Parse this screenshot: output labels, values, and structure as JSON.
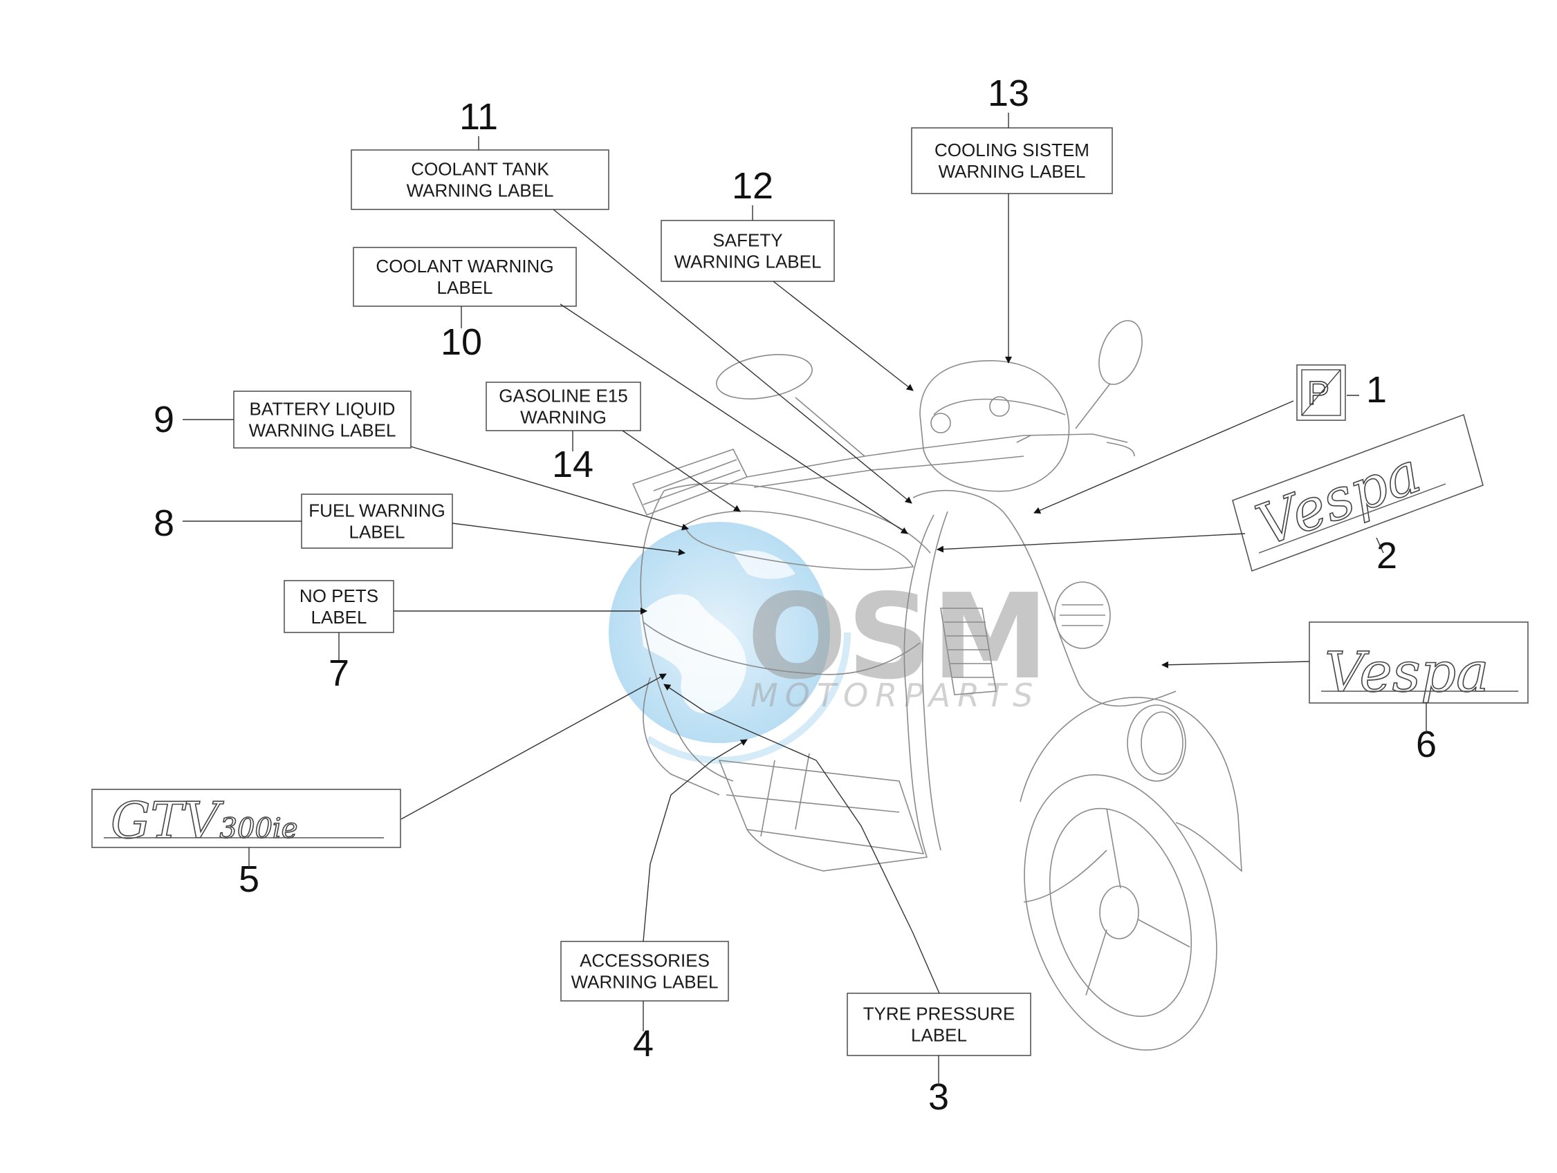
{
  "callouts": [
    {
      "num": "1",
      "lines": []
    },
    {
      "num": "2",
      "lines": []
    },
    {
      "num": "3",
      "lines": [
        "TYRE PRESSURE",
        "LABEL"
      ]
    },
    {
      "num": "4",
      "lines": [
        "ACCESSORIES",
        "WARNING LABEL"
      ]
    },
    {
      "num": "5",
      "lines": []
    },
    {
      "num": "6",
      "lines": []
    },
    {
      "num": "7",
      "lines": [
        "NO PETS",
        "LABEL"
      ]
    },
    {
      "num": "8",
      "lines": [
        "FUEL WARNING",
        "LABEL"
      ]
    },
    {
      "num": "9",
      "lines": [
        "BATTERY LIQUID",
        "WARNING LABEL"
      ]
    },
    {
      "num": "10",
      "lines": [
        "COOLANT WARNING",
        "LABEL"
      ]
    },
    {
      "num": "11",
      "lines": [
        "COOLANT TANK",
        "WARNING LABEL"
      ]
    },
    {
      "num": "12",
      "lines": [
        "SAFETY",
        "WARNING LABEL"
      ]
    },
    {
      "num": "13",
      "lines": [
        "COOLING SISTEM",
        "WARNING LABEL"
      ]
    },
    {
      "num": "14",
      "lines": [
        "GASOLINE E15",
        "WARNING"
      ]
    }
  ],
  "emblems": {
    "piaggio": "P",
    "vespa": "Vespa",
    "gtv": "GTV",
    "gtv_suffix": "300ie"
  },
  "watermark": {
    "main": "OSM",
    "sub": "MOTORPARTS"
  }
}
